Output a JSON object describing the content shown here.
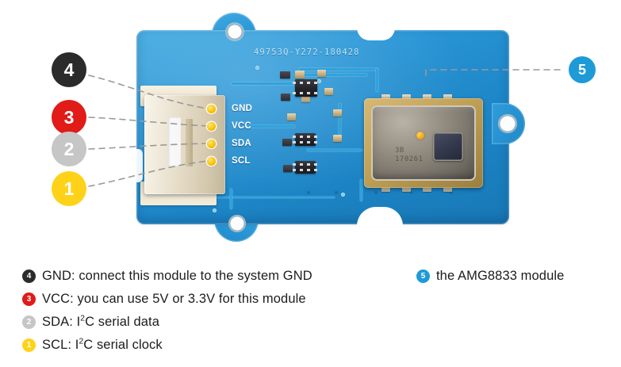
{
  "board": {
    "silkscreen_serial": "49753Q-Y272-180428",
    "sensor_marking_line1": "3B",
    "sensor_marking_line2": "170261",
    "pcb_color": "#2196D8",
    "pin_labels": [
      "GND",
      "VCC",
      "SDA",
      "SCL"
    ]
  },
  "callouts": [
    {
      "number": "4",
      "color": "#2B2B2B",
      "target": "GND pin"
    },
    {
      "number": "3",
      "color": "#E01B18",
      "target": "VCC pin"
    },
    {
      "number": "2",
      "color": "#C6C6C6",
      "target": "SDA pin"
    },
    {
      "number": "1",
      "color": "#FFD21A",
      "target": "SCL pin"
    },
    {
      "number": "5",
      "color": "#1E9BD7",
      "target": "AMG8833 module"
    }
  ],
  "legend": {
    "left_items": [
      {
        "number": "4",
        "color": "#2B2B2B",
        "label": "GND",
        "text_before": "GND: connect this module to the system GND",
        "has_superscript": false
      },
      {
        "number": "3",
        "color": "#E01B18",
        "label": "VCC",
        "text_before": "VCC: you can use 5V or 3.3V for this module",
        "has_superscript": false
      },
      {
        "number": "2",
        "color": "#C6C6C6",
        "label": "SDA",
        "text_before": "SDA: I",
        "superscript": "2",
        "text_after": "C serial data",
        "has_superscript": true
      },
      {
        "number": "1",
        "color": "#FFD21A",
        "label": "SCL",
        "text_before": "SCL: I",
        "superscript": "2",
        "text_after": "C serial clock",
        "has_superscript": true
      }
    ],
    "right_items": [
      {
        "number": "5",
        "color": "#1E9BD7",
        "text_before": "the AMG8833 module",
        "has_superscript": false
      }
    ]
  }
}
